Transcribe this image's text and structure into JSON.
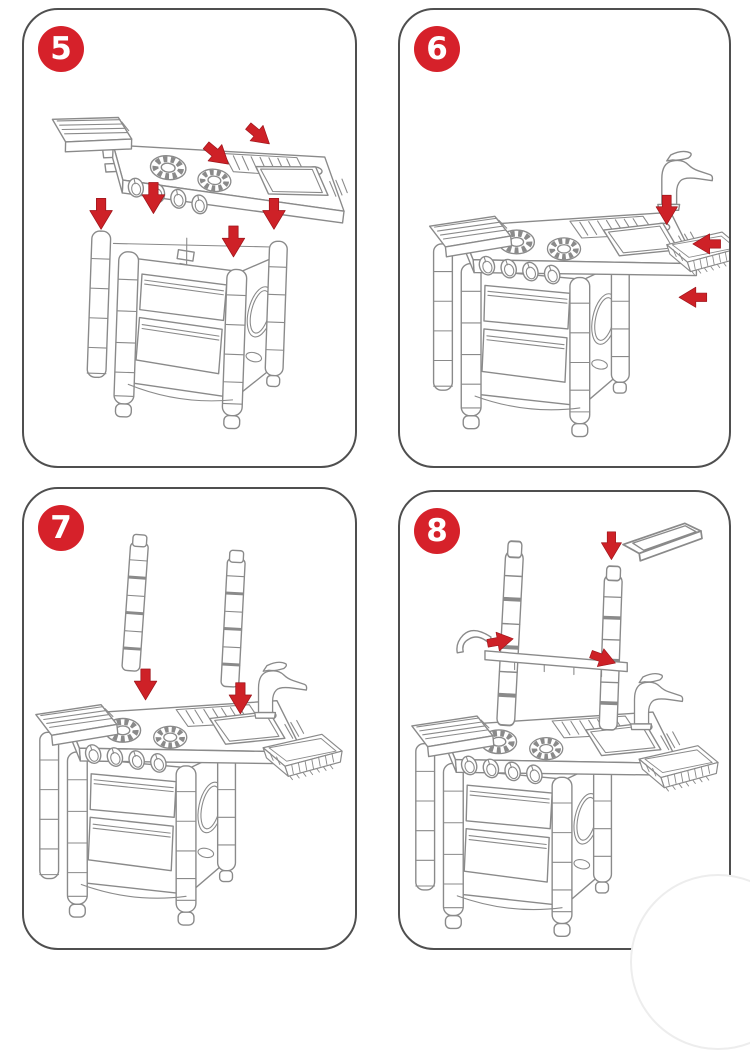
{
  "panels": [
    {
      "step": "5"
    },
    {
      "step": "6"
    },
    {
      "step": "7"
    },
    {
      "step": "8"
    }
  ],
  "colors": {
    "background": "#ffffff",
    "panel_border": "#4f4f4f",
    "badge": "#d6212a",
    "badge_text": "#ffffff",
    "line": "#8a8a8a",
    "arrow": "#ce2127",
    "arrow_edge": "#9e151b",
    "watermark_edge": "#ededed"
  }
}
